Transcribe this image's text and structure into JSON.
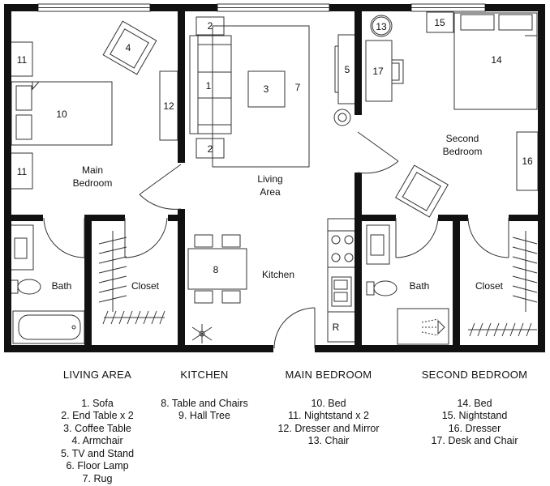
{
  "rooms": {
    "main_bedroom": [
      "Main",
      "Bedroom"
    ],
    "living_area": [
      "Living",
      "Area"
    ],
    "second_bedroom": [
      "Second",
      "Bedroom"
    ],
    "kitchen": "Kitchen",
    "bath_left": "Bath",
    "closet_left": "Closet",
    "bath_right": "Bath",
    "closet_right": "Closet",
    "range_marker": "R"
  },
  "markers": {
    "armchair_main": "4",
    "bed_main": "10",
    "nightstand_top_left": "11",
    "nightstand_bottom_left": "11",
    "dresser_main": "12",
    "sofa": "1",
    "end_table_top": "2",
    "end_table_bottom": "2",
    "coffee_table": "3",
    "rug": "7",
    "tv_stand": "5",
    "chair_second": "13",
    "desk_second": "17",
    "nightstand_second": "15",
    "bed_second": "14",
    "dresser_second": "16",
    "dining_table": "8"
  },
  "legend": {
    "living_area": {
      "title": "LIVING AREA",
      "items": [
        "1. Sofa",
        "2. End Table x 2",
        "3. Coffee Table",
        "4. Armchair",
        "5. TV and Stand",
        "6. Floor Lamp",
        "7. Rug"
      ]
    },
    "kitchen": {
      "title": "KITCHEN",
      "items": [
        "8. Table and Chairs",
        "9. Hall Tree"
      ]
    },
    "main_bedroom": {
      "title": "MAIN BEDROOM",
      "items": [
        "10. Bed",
        "11. Nightstand x 2",
        "12. Dresser and Mirror",
        "13. Chair"
      ]
    },
    "second_bedroom": {
      "title": "SECOND BEDROOM",
      "items": [
        "14. Bed",
        "15. Nightstand",
        "16. Dresser",
        "17. Desk and Chair"
      ]
    }
  }
}
